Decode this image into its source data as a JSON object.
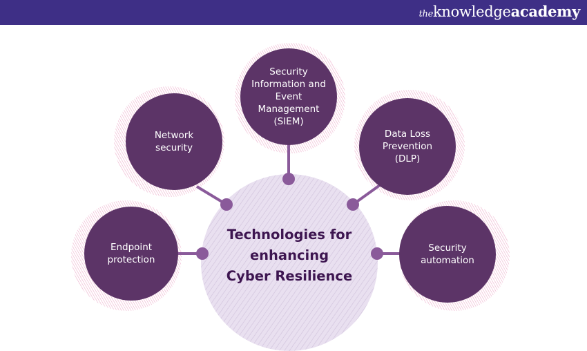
{
  "header": {
    "logo_prefix": "the",
    "logo_main": "knowledge",
    "logo_bold": "academy"
  },
  "center": {
    "line1": "Technologies for",
    "line2": "enhancing",
    "line3": "Cyber Resilience"
  },
  "nodes": [
    {
      "label": "Security Information and Event Management (SIEM)"
    },
    {
      "label": "Network security"
    },
    {
      "label": "Data Loss Prevention (DLP)"
    },
    {
      "label": "Endpoint protection"
    },
    {
      "label": "Security automation"
    }
  ],
  "colors": {
    "header": "#3e2f86",
    "node": "#5c3467",
    "connector": "#8a5a9a",
    "center_text": "#3d1550"
  }
}
